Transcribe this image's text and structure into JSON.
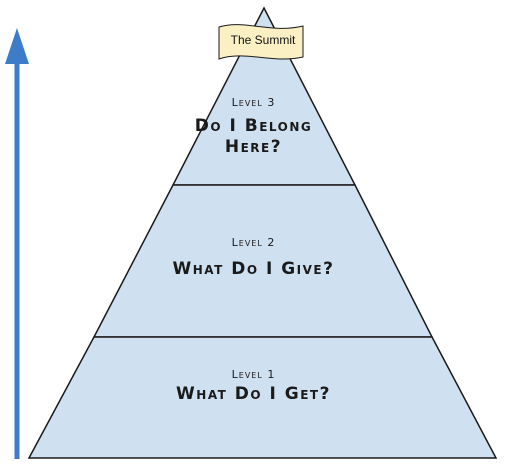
{
  "summit": {
    "label": "The Summit"
  },
  "levels": [
    {
      "label": "Level 3",
      "question": "Do I Belong Here?"
    },
    {
      "label": "Level 2",
      "question": "What Do I Give?"
    },
    {
      "label": "Level 1",
      "question": "What Do I Get?"
    }
  ],
  "colors": {
    "pyramid_fill": "#cfe0f1",
    "outline": "#1a1a1a",
    "arrow": "#3d7cc9",
    "banner_fill": "#fbf0c4"
  }
}
